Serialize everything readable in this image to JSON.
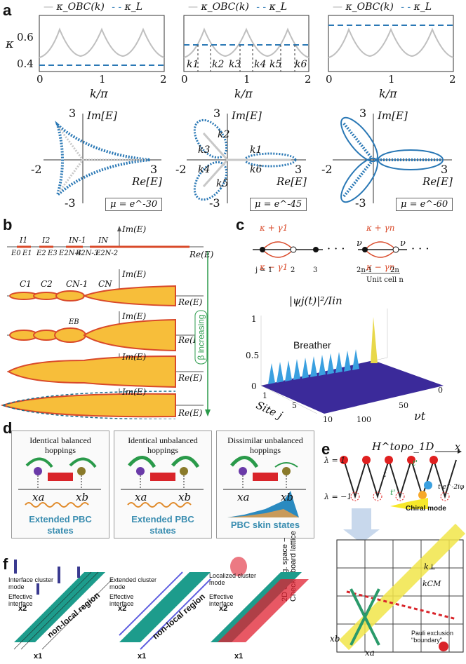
{
  "panel_labels": [
    "a",
    "b",
    "c",
    "d",
    "e",
    "f"
  ],
  "panel_a": {
    "legend": [
      "κ_OBC(k)",
      "κ_L"
    ],
    "y_axis_label": "κ",
    "y_ticks": [
      "0.6",
      "0.4"
    ],
    "x_axis_label": "k/π",
    "x_ticks": [
      "0",
      "1",
      "2"
    ],
    "k_labels": [
      "k1",
      "k2",
      "k3",
      "k4",
      "k5",
      "k6"
    ],
    "spectrum_axis": {
      "im": "Im[E]",
      "re": "Re[E]",
      "y_top": "3",
      "y_bottom": "-3",
      "x_left": "-2",
      "x_right": "3"
    },
    "spectrum_k_labels": [
      "k1",
      "k2",
      "k3",
      "k4",
      "k5",
      "k6"
    ],
    "mu_labels": [
      "μ = e^-30",
      "μ = e^-45",
      "μ = e^-60"
    ]
  },
  "panel_b": {
    "re_label": "Re(E)",
    "im_label": "Im(E)",
    "interval_labels": [
      "I1",
      "I2",
      "IN-1",
      "IN"
    ],
    "energy_labels": [
      "E0",
      "E1",
      "E2",
      "E3",
      "E2N-4",
      "E2N-3",
      "E2N-2"
    ],
    "region_labels": [
      "C1",
      "C2",
      "CN-1",
      "CN"
    ],
    "eb_label": "EB",
    "beta_label": "β increasing"
  },
  "panel_c": {
    "hop_plus_1": "κ + γ1",
    "hop_minus_1": "κ − γ1",
    "hop_plus_n": "κ + γn",
    "hop_minus_n": "κ − γn",
    "nu": "ν",
    "sites": [
      "j = 1",
      "2",
      "3",
      "2n-1",
      "2n"
    ],
    "unit_cell": "Unit cell n",
    "plot_title": "|ψj(t)|²/Iin",
    "breather": "Breather",
    "z_ticks": [
      "1",
      "0.5",
      "0"
    ],
    "site_axis": "Site j",
    "site_ticks": [
      "1",
      "5",
      "10"
    ],
    "t_axis": "νt",
    "t_ticks": [
      "0",
      "50",
      "100"
    ]
  },
  "panel_d": {
    "boxes": [
      {
        "title": "Identical balanced hoppings",
        "state": "Extended PBC states"
      },
      {
        "title": "Identical unbalanced hoppings",
        "state": "Extended PBC states"
      },
      {
        "title": "Dissimilar unbalanced hoppings",
        "state": "PBC skin states"
      }
    ],
    "xa": "xa",
    "xb": "xb"
  },
  "panel_e": {
    "hamiltonian": "H^topo_1D",
    "x": "x",
    "lambda_plus": "λ = 1",
    "lambda_minus": "λ = −1",
    "hops": [
      "t",
      "-t'",
      "t'",
      "t e^-2iφ"
    ],
    "chiral_mode": "Chiral mode",
    "lattice_title": "2D config. space − Checkerboard lattice",
    "k_perp": "k⊥",
    "k_cm": "kCM",
    "pauli": "Pauli exclusion \"boundary\"",
    "xa": "xa",
    "xb": "xb"
  },
  "panel_f": {
    "panels": [
      {
        "mode": "Interface cluster mode",
        "interface": "Effective interface",
        "region": "non-local region"
      },
      {
        "mode": "Extended cluster mode",
        "interface": "Effective interface",
        "region": "non-local region"
      },
      {
        "mode": "Localized cluster mode",
        "interface": "Effective interface",
        "region": ""
      }
    ],
    "x2": "x2",
    "x1": "x1"
  },
  "colors": {
    "blue": "#2a78b5",
    "gray": "#bfbfbf",
    "red": "#d94a2a",
    "yellow": "#f7be3a",
    "teal": "#1d9c8c",
    "green": "#2a9a4a"
  }
}
